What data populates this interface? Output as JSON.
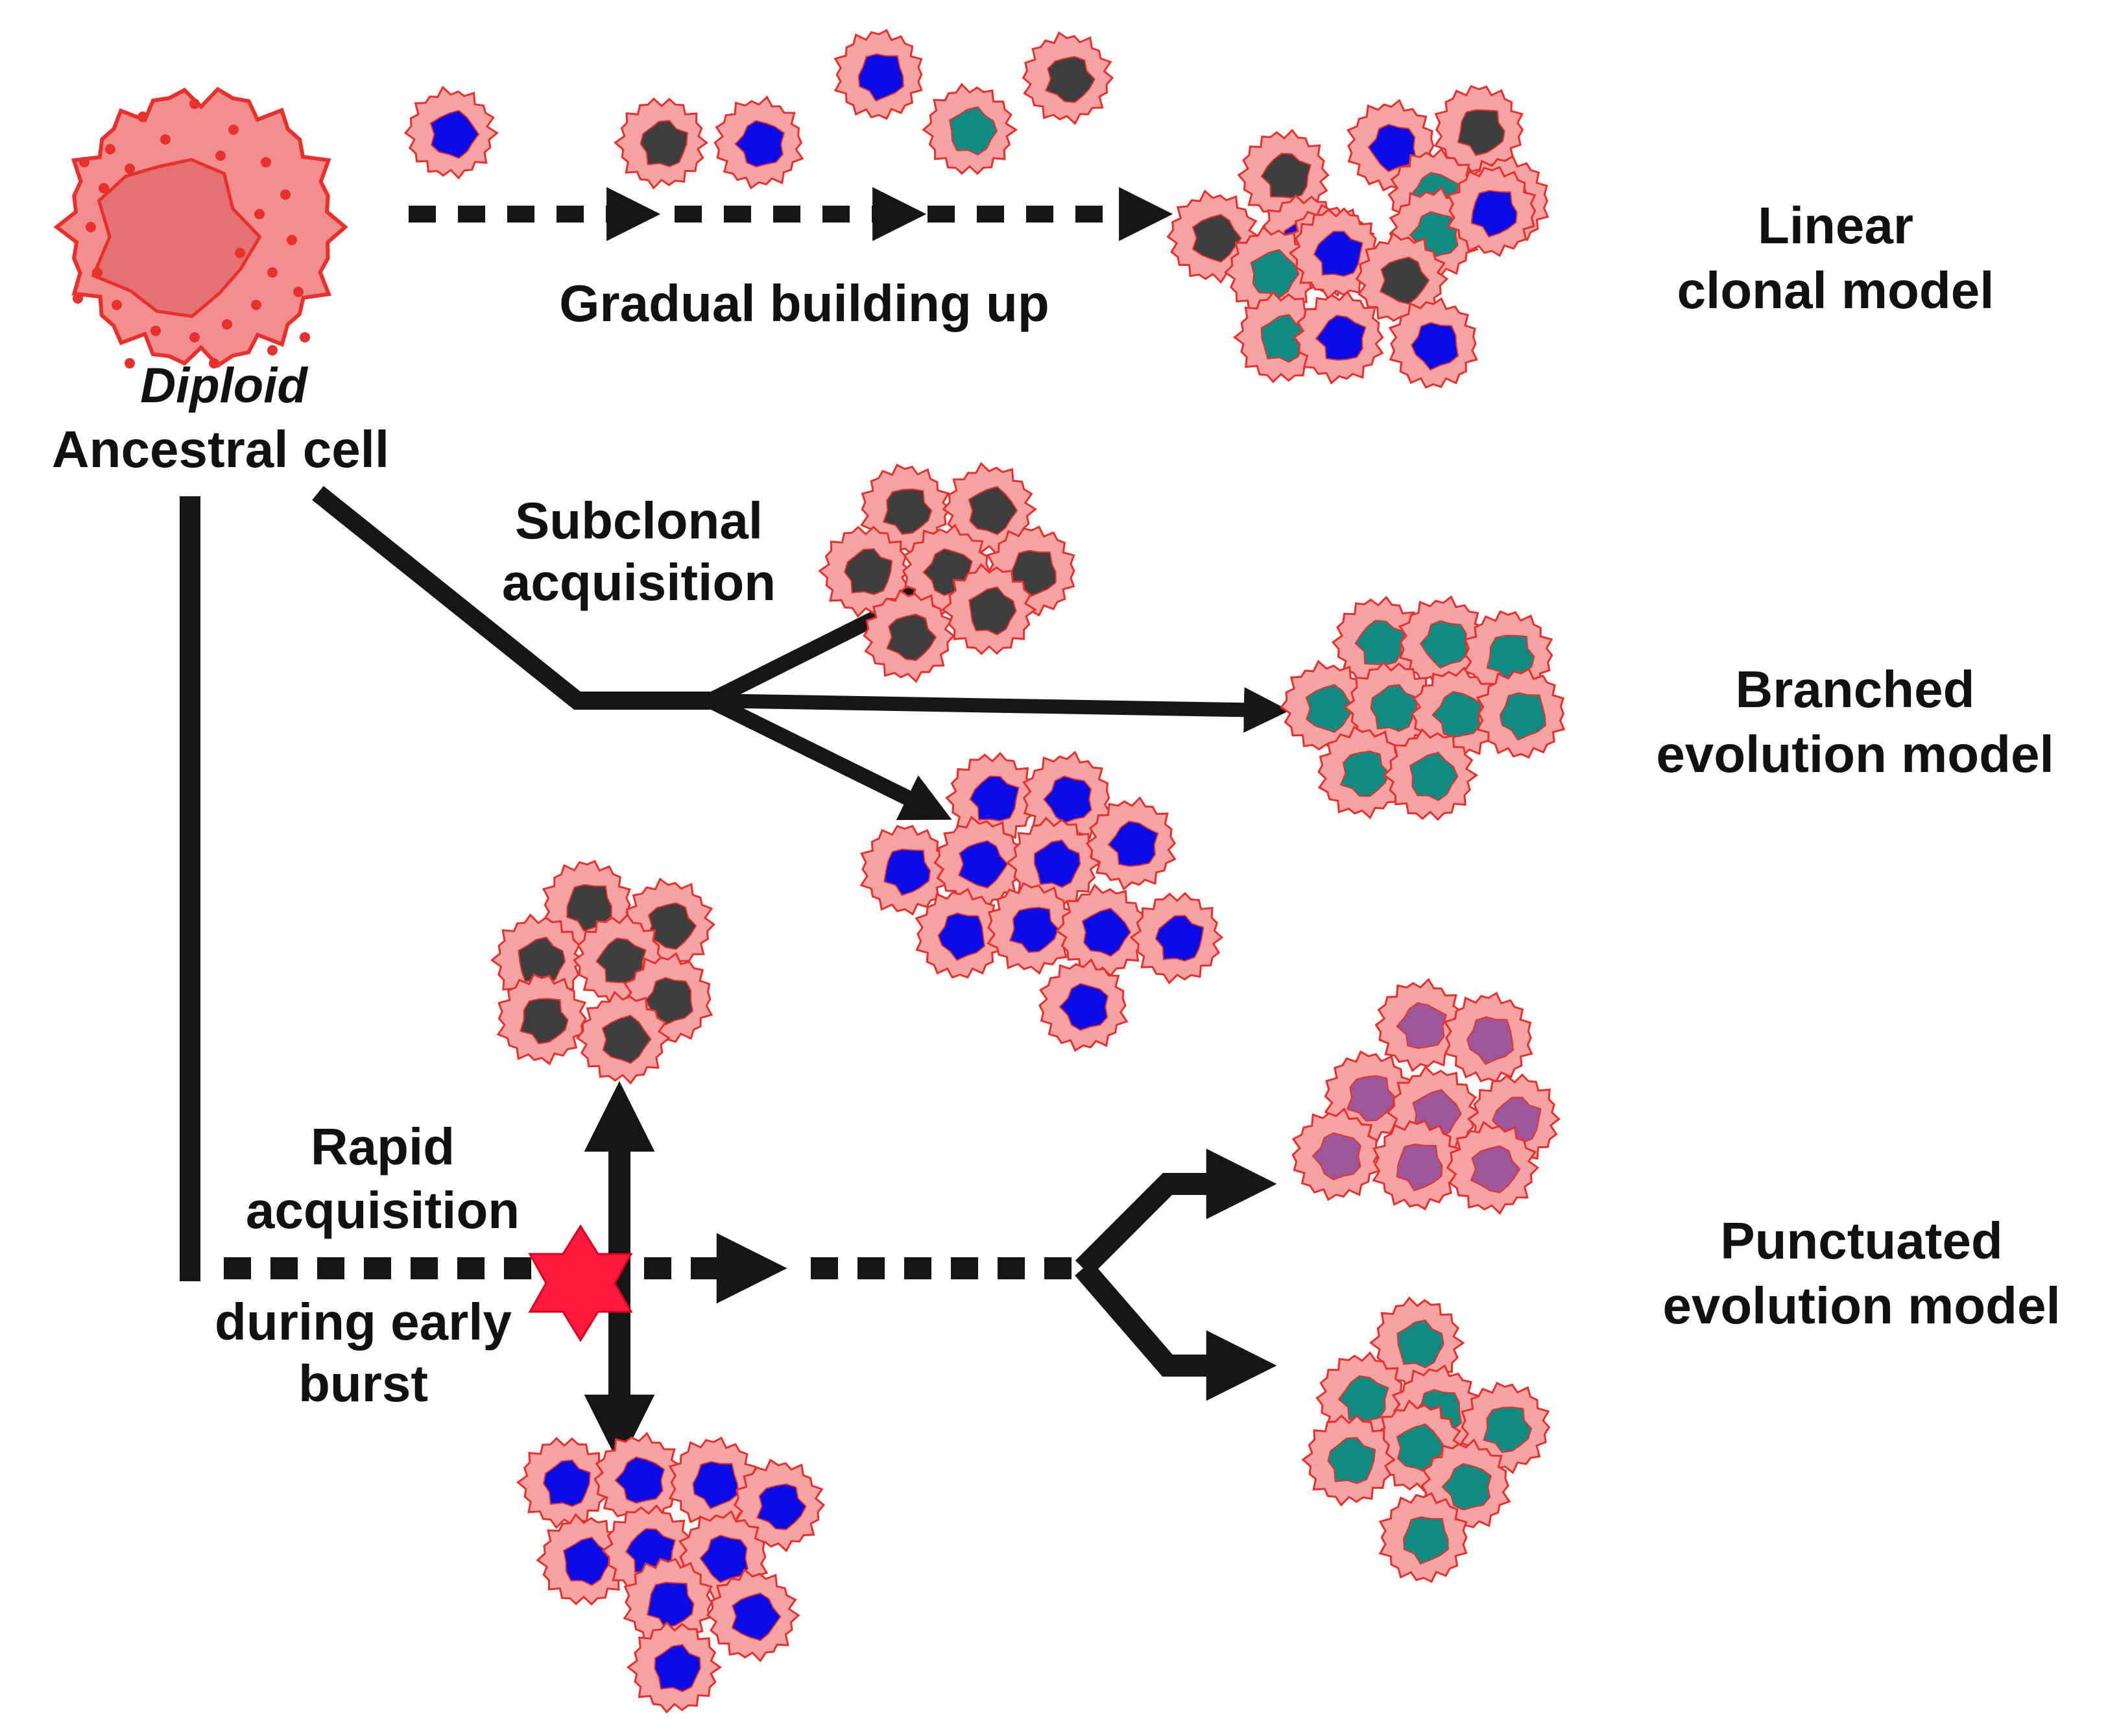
{
  "labels": {
    "diploid": "Diploid",
    "ancestral_cell": "Ancestral cell",
    "gradual": "Gradual building up",
    "linear_1": "Linear",
    "linear_2": "clonal model",
    "subclonal_1": "Subclonal",
    "subclonal_2": "acquisition",
    "branched_1": "Branched",
    "branched_2": "evolution model",
    "rapid_1": "Rapid",
    "rapid_2": "acquisition",
    "rapid_3": "during early",
    "rapid_4": "burst",
    "punctuated_1": "Punctuated",
    "punctuated_2": "evolution model"
  },
  "colors": {
    "cell_body": "#f6a3a3",
    "cell_outline": "#e8302d",
    "ancestral_body": "#f48e8e",
    "ancestral_nucleus": "#e57272",
    "nucleus_blue": "#0a0ae6",
    "nucleus_gray": "#3e3e3e",
    "nucleus_teal": "#108a80",
    "nucleus_purple": "#9b579a",
    "arrow": "#161616",
    "burst_star": "#ff1a3c"
  },
  "cell_groups": [
    {
      "name": "linear-stage-1",
      "nuclei": [
        "blue"
      ]
    },
    {
      "name": "linear-stage-2",
      "nuclei": [
        "gray",
        "blue"
      ]
    },
    {
      "name": "linear-stage-3",
      "nuclei": [
        "blue",
        "gray",
        "teal"
      ]
    },
    {
      "name": "linear-final-tumor",
      "nuclei": [
        "gray",
        "blue",
        "gray",
        "gray",
        "blue",
        "teal",
        "blue",
        "blue",
        "teal",
        "blue",
        "teal",
        "blue",
        "gray",
        "teal",
        "blue",
        "blue"
      ]
    },
    {
      "name": "branched-gray-clone",
      "nuclei": [
        "gray",
        "gray",
        "gray",
        "gray",
        "gray",
        "gray",
        "gray"
      ]
    },
    {
      "name": "branched-teal-clone",
      "nuclei": [
        "teal",
        "teal",
        "teal",
        "teal",
        "teal",
        "teal",
        "teal",
        "teal",
        "teal"
      ]
    },
    {
      "name": "branched-blue-clone",
      "nuclei": [
        "blue",
        "blue",
        "blue",
        "blue",
        "blue",
        "blue",
        "blue",
        "blue",
        "blue",
        "blue",
        "blue"
      ]
    },
    {
      "name": "punctuated-gray-clone",
      "nuclei": [
        "gray",
        "gray",
        "gray",
        "gray",
        "gray",
        "gray",
        "gray"
      ]
    },
    {
      "name": "punctuated-blue-clone",
      "nuclei": [
        "blue",
        "blue",
        "blue",
        "blue",
        "blue",
        "blue",
        "blue",
        "blue",
        "blue",
        "blue"
      ]
    },
    {
      "name": "punctuated-purple-clone",
      "nuclei": [
        "purple",
        "purple",
        "purple",
        "purple",
        "purple",
        "purple",
        "purple",
        "purple"
      ]
    },
    {
      "name": "punctuated-teal-clone",
      "nuclei": [
        "teal",
        "teal",
        "teal",
        "teal",
        "teal",
        "teal",
        "teal",
        "teal"
      ]
    }
  ]
}
